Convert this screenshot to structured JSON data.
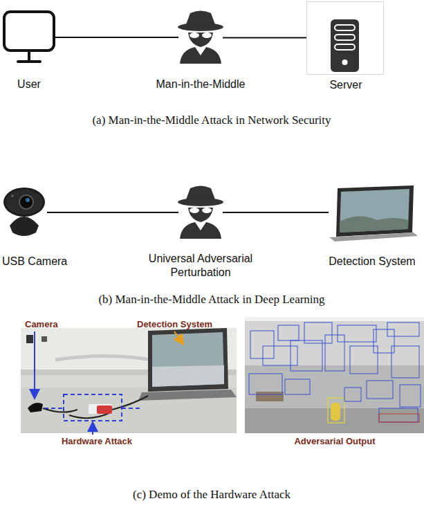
{
  "diagram": {
    "nodes": [
      {
        "text": [
          "User"
        ]
      },
      {
        "text": [
          "Man-in-the-Middle"
        ]
      },
      {
        "text": [
          "Server"
        ]
      },
      {
        "text": [
          "USB Camera"
        ]
      },
      {
        "text": [
          "Universal Adversarial Perturbation"
        ]
      },
      {
        "text": [
          "Detection System"
        ]
      }
    ],
    "edges": [
      {
        "from": 0,
        "to": 1,
        "arrow": "none"
      },
      {
        "from": 1,
        "to": 2,
        "arrow": "none"
      },
      {
        "from": 3,
        "to": 4,
        "arrow": "none"
      },
      {
        "from": 4,
        "to": 5,
        "arrow": "none"
      }
    ],
    "labels": [
      "(a) Man-in-the-Middle Attack in Network Security",
      "(b) Man-in-the-Middle Attack in Deep Learning",
      "Camera",
      "Detection System",
      "Hardware Attack",
      "Adversarial Output",
      "(c) Demo of the Hardware Attack"
    ]
  }
}
